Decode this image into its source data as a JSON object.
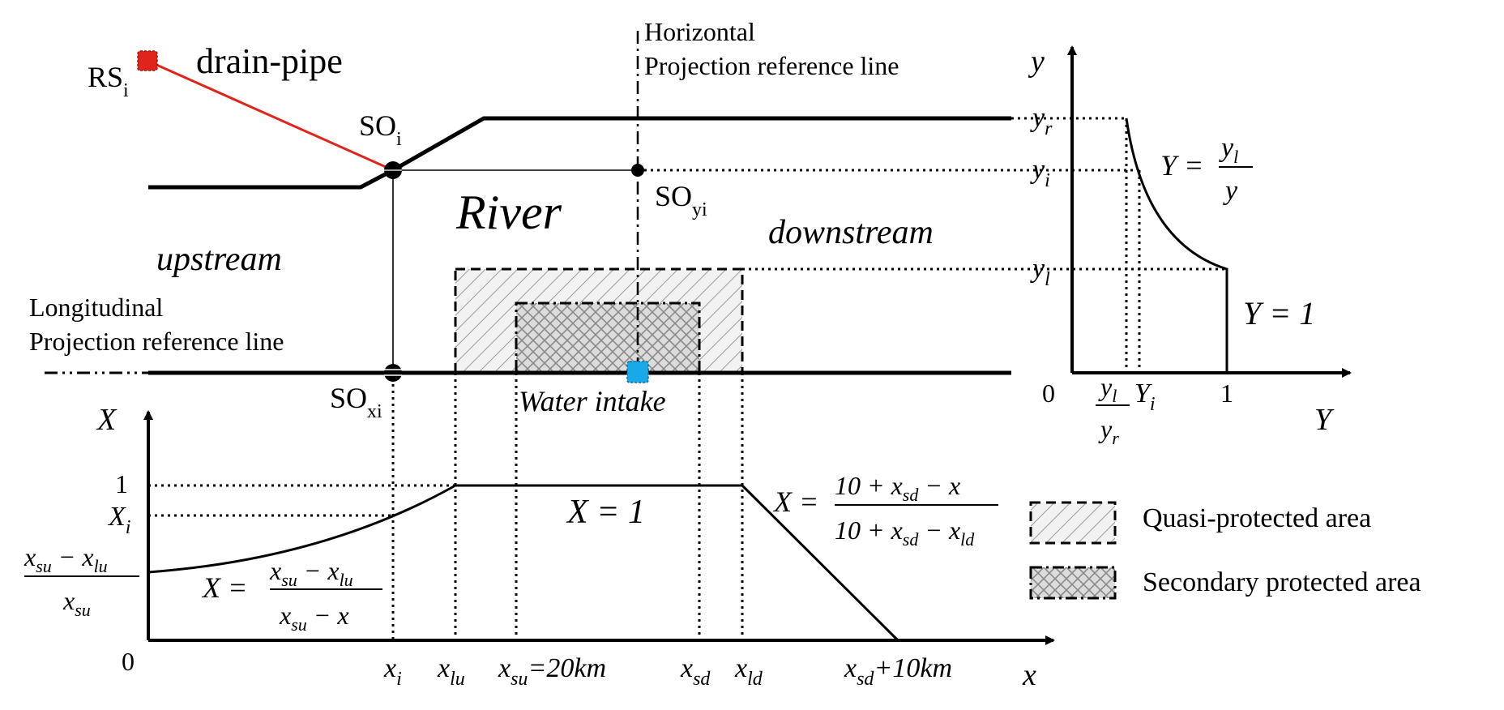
{
  "labels": {
    "rs": "RS",
    "rs_sub": "i",
    "drain_pipe": "drain-pipe",
    "so": "SO",
    "so_sub": "i",
    "so_y": "SO",
    "so_y_sub": "yi",
    "so_x": "SO",
    "so_x_sub": "xi",
    "river": "River",
    "upstream": "upstream",
    "downstream": "downstream",
    "horizontal_ref_1": "Horizontal",
    "horizontal_ref_2": "Projection reference line",
    "longitudinal_ref_1": "Longitudinal",
    "longitudinal_ref_2": "Projection reference line",
    "water_intake": "Water intake"
  },
  "x_chart": {
    "y_axis_label": "X",
    "x_axis_label": "x",
    "origin": "0",
    "tick_one": "1",
    "tick_Xi": "X",
    "tick_Xi_sub": "i",
    "left_frac_num_a": "x",
    "left_frac_num_a_sub": "su",
    "left_frac_num_b": " − x",
    "left_frac_num_b_sub": "lu",
    "left_frac_den": "x",
    "left_frac_den_sub": "su",
    "eq_up_lhs": "X =",
    "eq_up_num_a": "x",
    "eq_up_num_a_sub": "su",
    "eq_up_num_b": " − x",
    "eq_up_num_b_sub": "lu",
    "eq_up_den_a": "x",
    "eq_up_den_a_sub": "su",
    "eq_up_den_b": " − x",
    "eq_mid": "X = 1",
    "eq_down_lhs": "X =",
    "eq_down_num_a": "10 + x",
    "eq_down_num_a_sub": "sd",
    "eq_down_num_b": " − x",
    "eq_down_den_a": "10 + x",
    "eq_down_den_a_sub": "sd",
    "eq_down_den_b": " − x",
    "eq_down_den_b_sub": "ld",
    "ticks": [
      {
        "main": "x",
        "sub": "i",
        "tail": ""
      },
      {
        "main": "x",
        "sub": "lu",
        "tail": ""
      },
      {
        "main": "x",
        "sub": "su",
        "tail": "=20km"
      },
      {
        "main": "x",
        "sub": "sd",
        "tail": ""
      },
      {
        "main": "x",
        "sub": "ld",
        "tail": ""
      },
      {
        "main": "x",
        "sub": "sd",
        "tail": "+10km"
      }
    ]
  },
  "y_chart": {
    "y_axis_label": "y",
    "x_axis_label": "Y",
    "origin": "0",
    "tick_one": "1",
    "tick_yr": "y",
    "tick_yr_sub": "r",
    "tick_yi": "y",
    "tick_yi_sub": "i",
    "tick_yl": "y",
    "tick_yl_sub": "l",
    "frac_num": "y",
    "frac_num_sub": "l",
    "frac_den": "y",
    "frac_den_sub": "r",
    "tick_Yi": "Y",
    "tick_Yi_sub": "i",
    "eq_curve_lhs": "Y =",
    "eq_curve_num": "y",
    "eq_curve_num_sub": "l",
    "eq_curve_den": "y",
    "eq_flat": "Y = 1"
  },
  "legend": [
    {
      "label": "Quasi-protected area",
      "pattern": "hatch"
    },
    {
      "label": "Secondary protected area",
      "pattern": "crosshatch"
    }
  ],
  "colors": {
    "drain_pipe": "#e0241b",
    "rs_marker": "#e0241b",
    "water_intake_marker": "#1aa9e8",
    "line": "#000000"
  }
}
